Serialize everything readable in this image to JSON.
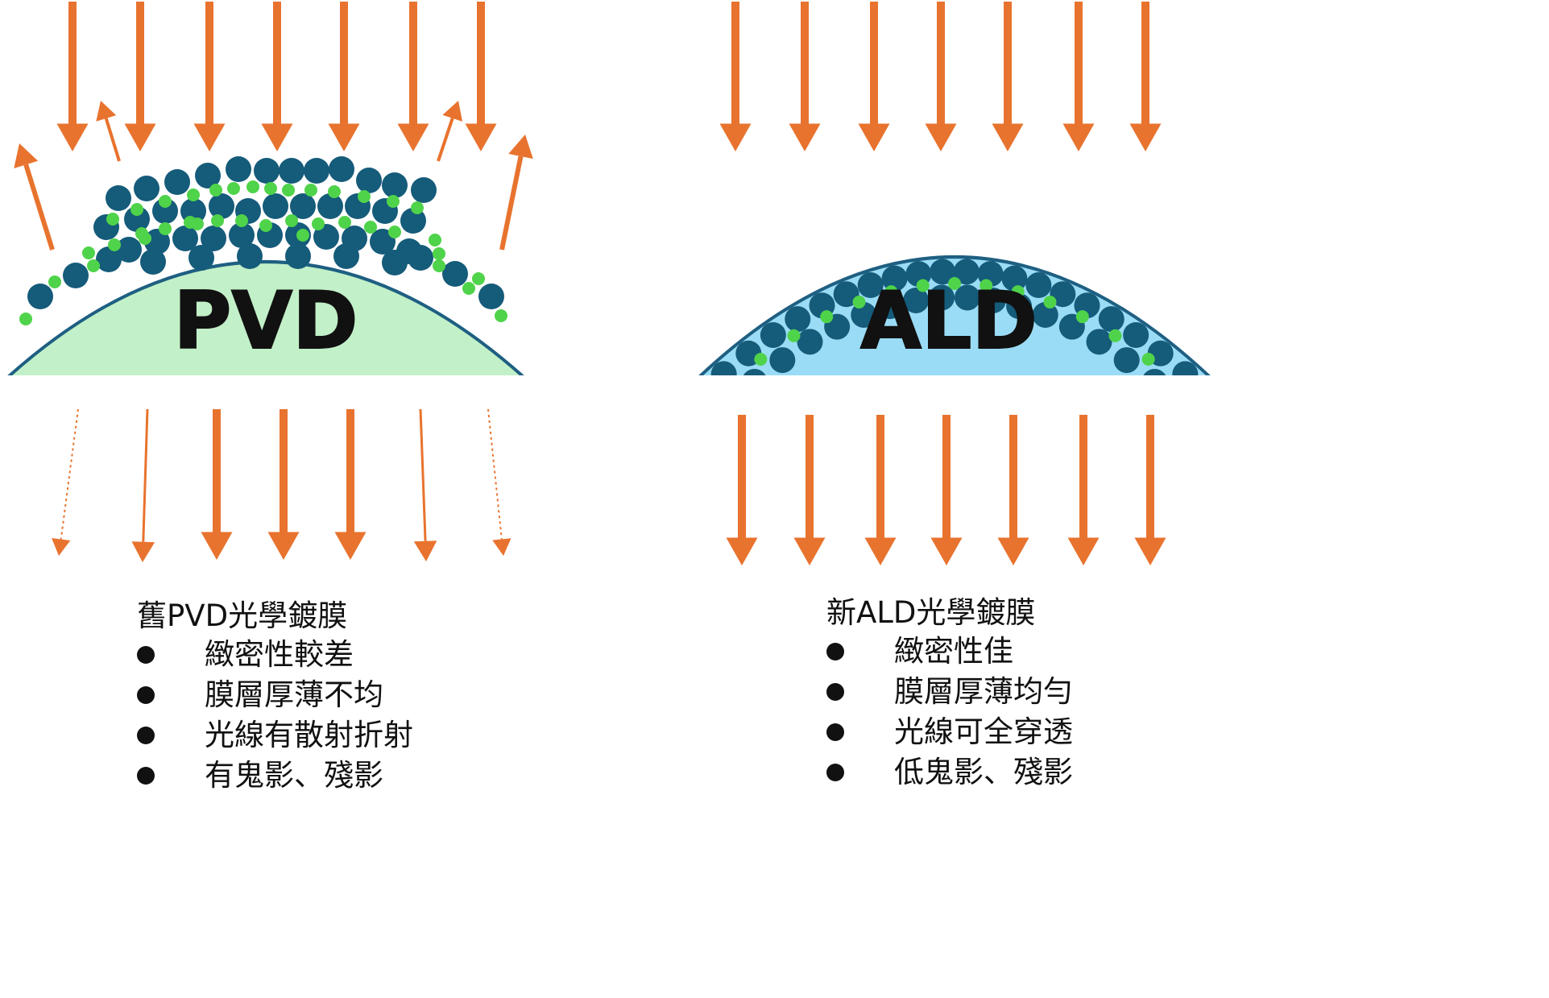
{
  "colors": {
    "arrow": "#E8732E",
    "particle_large": "#155B7A",
    "particle_small": "#4FD34A",
    "pvd_lens_fill": "#C2F0C8",
    "ald_lens_fill": "#9ADCF5",
    "lens_outline": "#1E5F82",
    "text": "#111111"
  },
  "panels": {
    "pvd": {
      "lens_label": "PVD",
      "title": "舊PVD光學鍍膜",
      "bullets": [
        "緻密性較差",
        "膜層厚薄不均",
        "光線有散射折射",
        "有鬼影、殘影"
      ]
    },
    "ald": {
      "lens_label": "ALD",
      "title": "新ALD光學鍍膜",
      "bullets": [
        "緻密性佳",
        "膜層厚薄均勻",
        "光線可全穿透",
        "低鬼影、殘影"
      ]
    }
  }
}
